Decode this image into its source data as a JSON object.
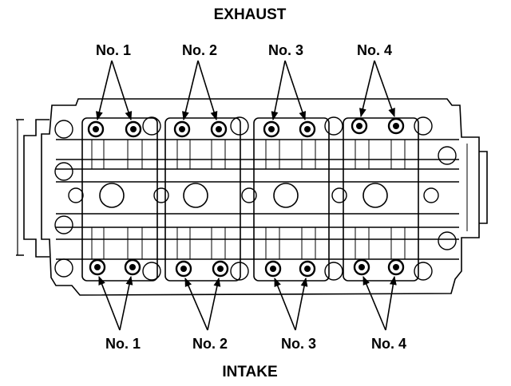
{
  "labels": {
    "exhaust": "EXHAUST",
    "intake": "INTAKE"
  },
  "valve_groups": {
    "exhaust": [
      "No. 1",
      "No. 2",
      "No. 3",
      "No. 4"
    ],
    "intake": [
      "No. 1",
      "No. 2",
      "No. 3",
      "No. 4"
    ]
  },
  "colors": {
    "line": "#000000",
    "background": "#ffffff"
  }
}
